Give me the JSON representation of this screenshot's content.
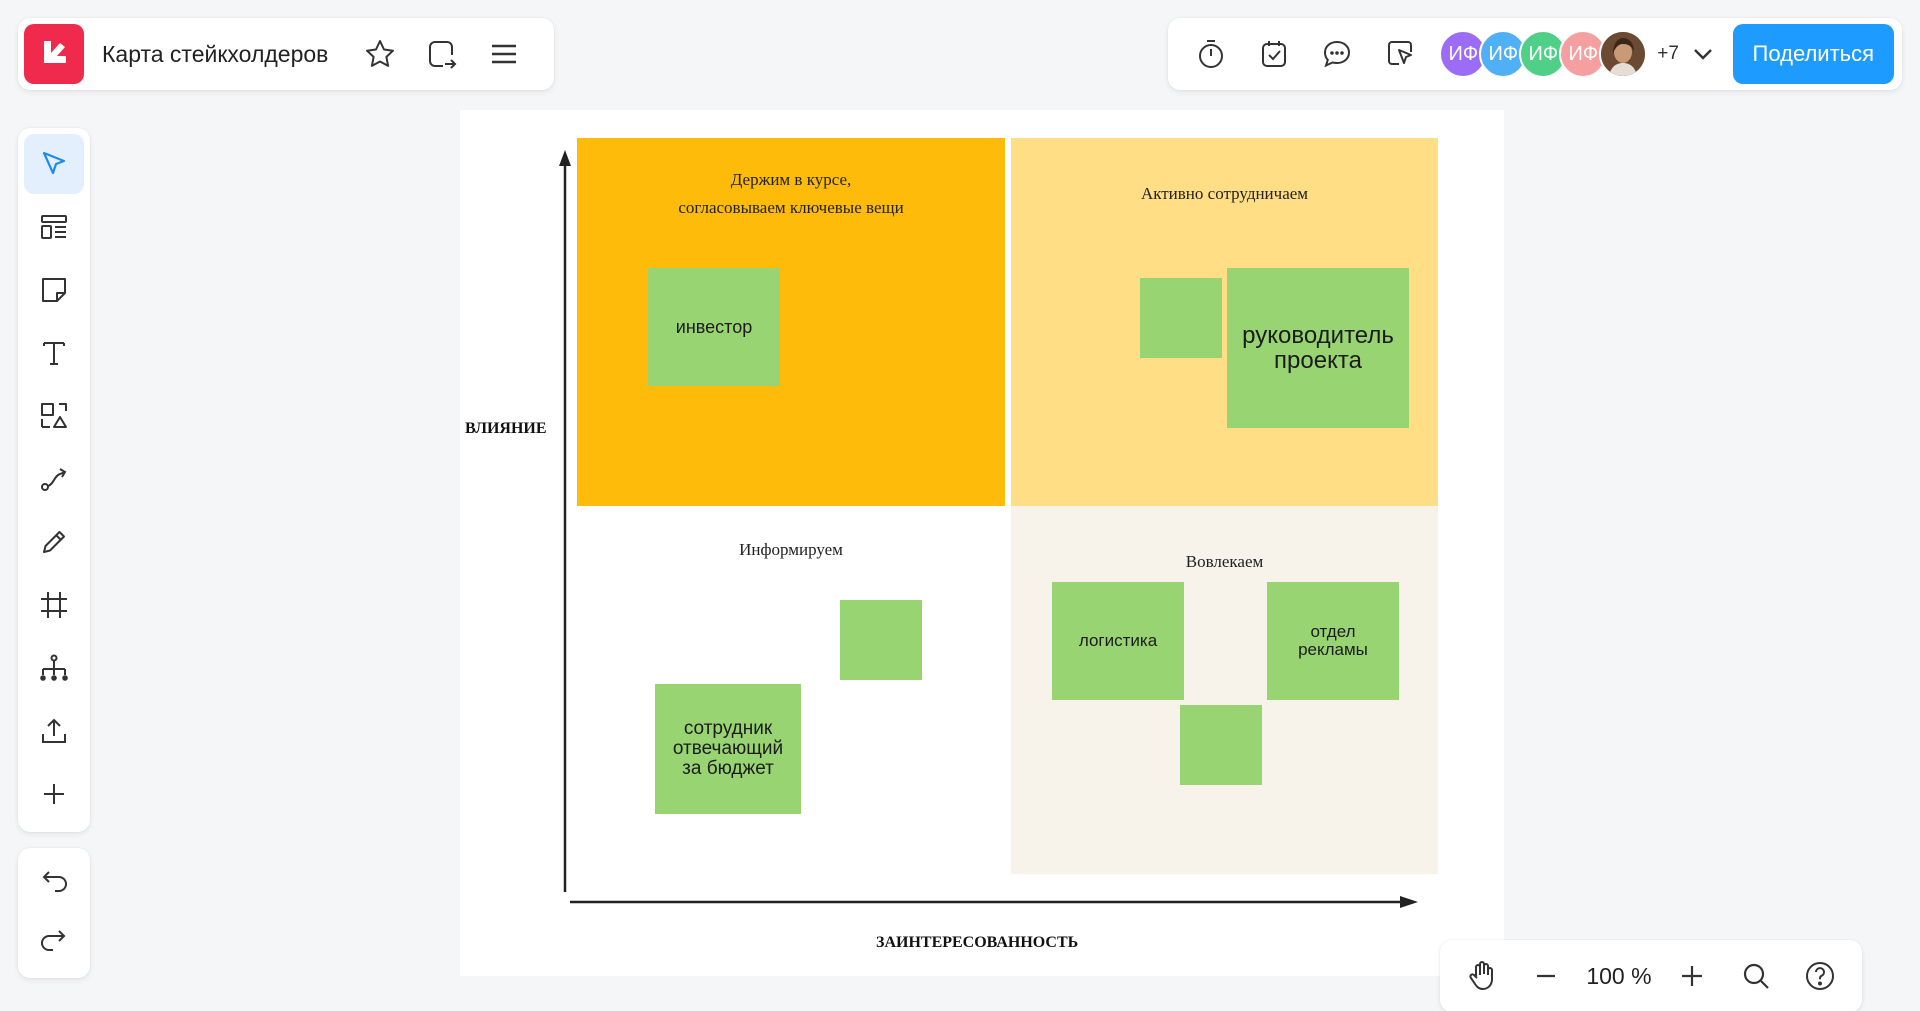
{
  "app": {
    "board_title": "Карта стейкхолдеров",
    "accent_color": "#1e9bff",
    "logo_color": "#f02a4c"
  },
  "topbar_left": {
    "icons": [
      "logo-icon",
      "star-icon",
      "export-board-icon",
      "menu-icon"
    ]
  },
  "topbar_right": {
    "icons": [
      "timer-icon",
      "voting-icon",
      "comments-icon",
      "presentation-icon"
    ],
    "avatars": [
      {
        "initials": "ИФ",
        "color": "#9b6cf5"
      },
      {
        "initials": "ИФ",
        "color": "#4fb0f5"
      },
      {
        "initials": "ИФ",
        "color": "#4fcf87"
      },
      {
        "initials": "ИФ",
        "color": "#f5a0a0"
      },
      {
        "initials": "",
        "color": "#8a6a50"
      }
    ],
    "more_count": "+7",
    "share_label": "Поделиться"
  },
  "toolbar": {
    "tools": [
      "select-tool-icon",
      "templates-icon",
      "sticky-note-icon",
      "text-icon",
      "shapes-icon",
      "connector-icon",
      "pen-icon",
      "frame-icon",
      "mindmap-icon",
      "upload-icon",
      "add-more-icon"
    ],
    "active_tool": "select-tool-icon",
    "history": [
      "undo-icon",
      "redo-icon"
    ]
  },
  "board": {
    "y_axis_label": "ВЛИЯНИЕ",
    "x_axis_label": "ЗАИНТЕРЕСОВАННОСТЬ",
    "quadrants": {
      "top_left": {
        "title": "Держим в курсе,\nсогласовываем ключевые вещи",
        "color": "#ffbb0a"
      },
      "top_right": {
        "title": "Активно сотрудничаем",
        "color": "#ffde85"
      },
      "bottom_left": {
        "title": "Информируем",
        "color": "#ffffff"
      },
      "bottom_right": {
        "title": "Вовлекаем",
        "color": "#f7f2ea"
      }
    },
    "stickies": {
      "investor": "инвестор",
      "blank_top_right": "",
      "project_lead": "руководитель\nпроекта",
      "blank_bottom_left": "",
      "budget_owner": "сотрудник\nотвечающий\nза бюджет",
      "logistics": "логистика",
      "ads_department": "отдел\nрекламы",
      "blank_bottom_right": ""
    },
    "sticky_color": "#99d473"
  },
  "zoombar": {
    "icons": [
      "hand-icon",
      "zoom-out-icon",
      "zoom-in-icon",
      "search-icon",
      "help-icon"
    ],
    "zoom_value": "100 %"
  }
}
